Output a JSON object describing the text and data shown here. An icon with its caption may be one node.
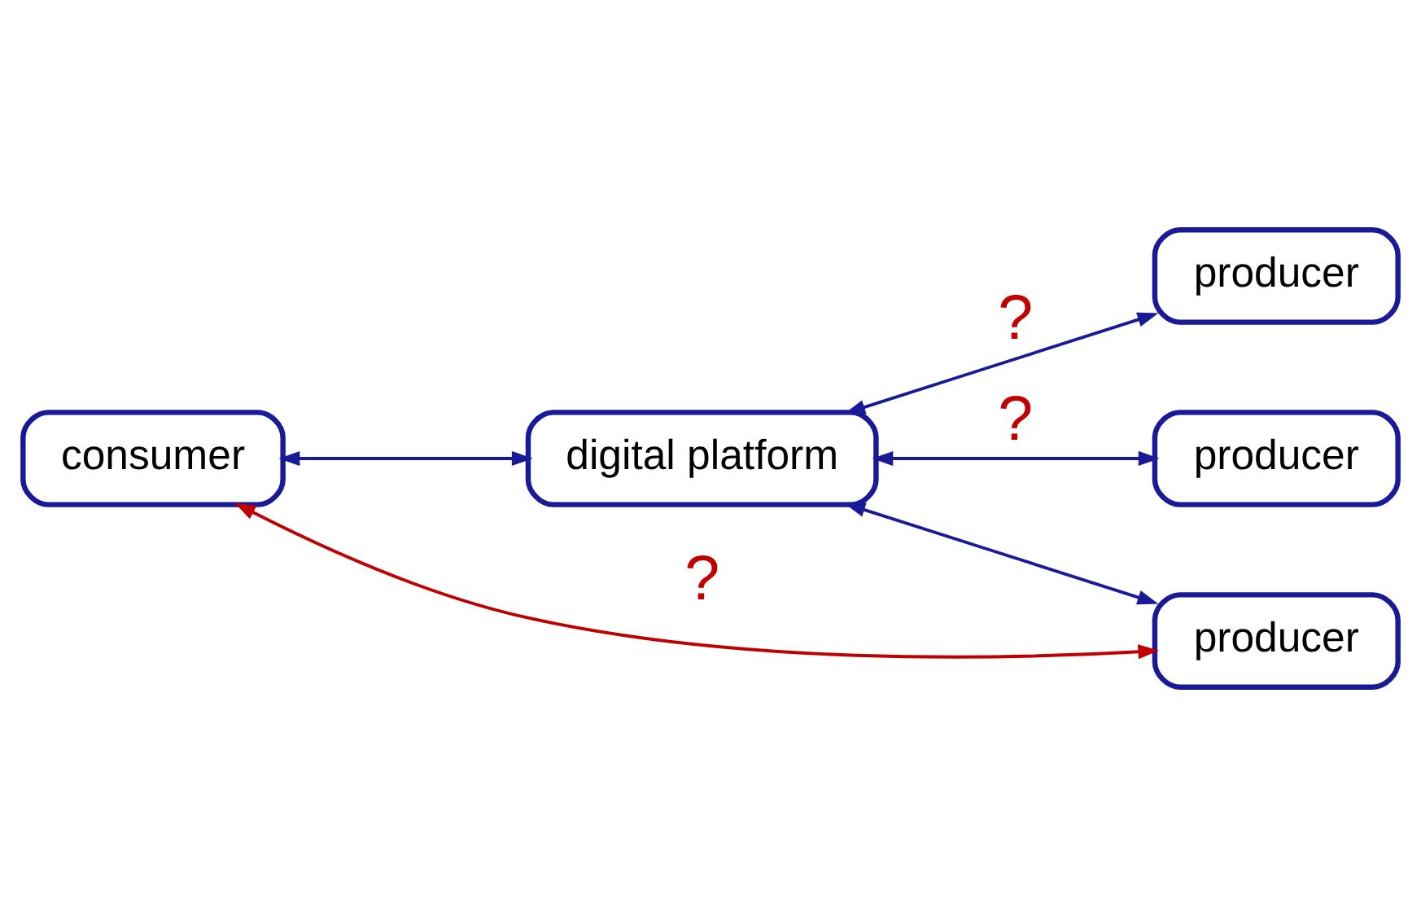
{
  "diagram": {
    "nodes": [
      {
        "text": [
          "consumer"
        ]
      },
      {
        "text": [
          "digital platform"
        ]
      },
      {
        "text": [
          "producer"
        ]
      },
      {
        "text": [
          "producer"
        ]
      },
      {
        "text": [
          "producer"
        ]
      }
    ],
    "edges": [
      {
        "from": 0,
        "to": 1,
        "arrow": "both"
      },
      {
        "from": 1,
        "to": 2,
        "arrow": "both",
        "label": "?"
      },
      {
        "from": 1,
        "to": 3,
        "arrow": "both",
        "label": "?"
      },
      {
        "from": 1,
        "to": 4,
        "arrow": "both"
      },
      {
        "from": 0,
        "to": 4,
        "arrow": "both",
        "label": "?",
        "color": "#c00000"
      }
    ]
  }
}
